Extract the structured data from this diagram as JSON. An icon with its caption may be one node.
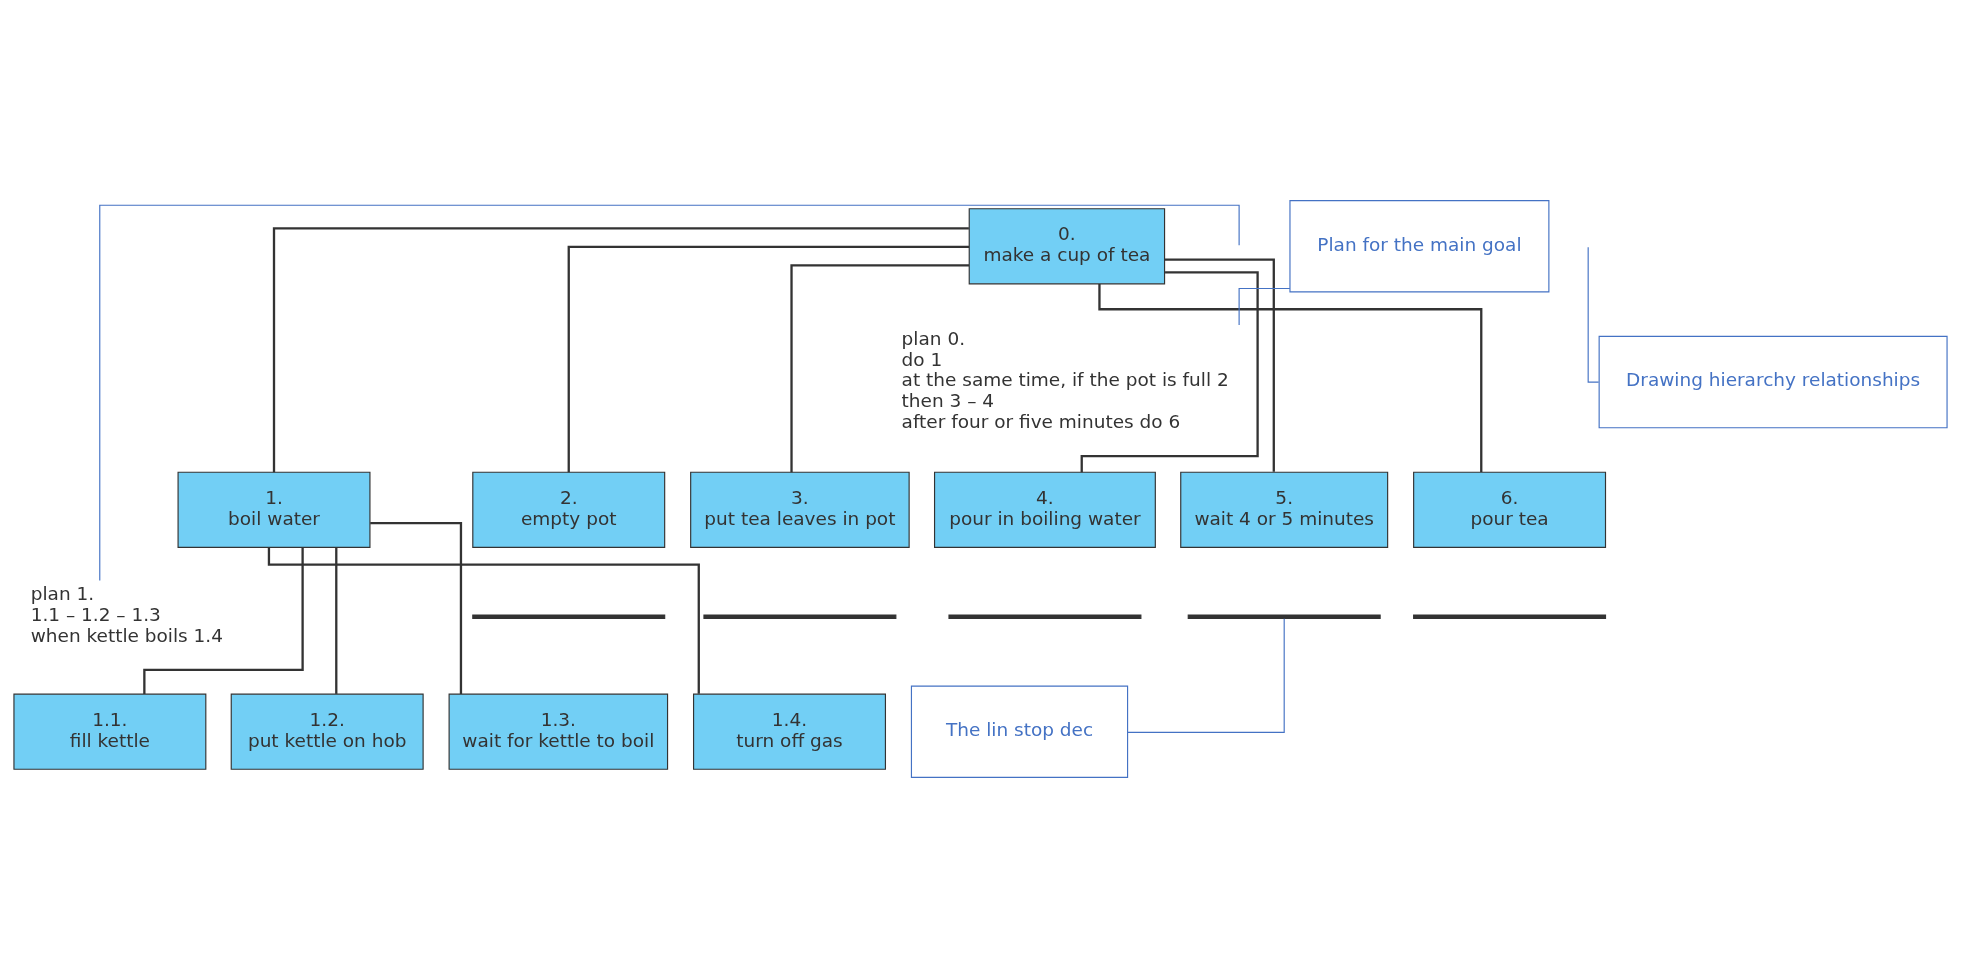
{
  "diagram": {
    "nodes": [
      {
        "text": [
          "0.",
          "make a cup of tea"
        ]
      },
      {
        "text": [
          "plan 0.",
          "do 1",
          "at the same time, if the pot is full 2",
          "then 3 – 4",
          "after four or five minutes do 6"
        ]
      },
      {
        "text": [
          "Drawing hierarchy relationships"
        ]
      },
      {
        "text": [
          "Plan for the main goal"
        ]
      },
      {
        "text": [
          "1.",
          "boil water"
        ]
      },
      {
        "text": [
          "2.",
          "empty pot"
        ]
      },
      {
        "text": [
          "3.",
          "put tea leaves in pot"
        ]
      },
      {
        "text": [
          "4.",
          "pour in boiling water"
        ]
      },
      {
        "text": [
          "5.",
          "wait 4 or 5 minutes"
        ]
      },
      {
        "text": [
          "6.",
          "pour tea"
        ]
      },
      {
        "text": [
          "plan 1.",
          "1.1 – 1.2 – 1.3",
          "when kettle boils 1.4"
        ]
      },
      {
        "text": [
          "1.1.",
          "fill kettle"
        ]
      },
      {
        "text": [
          "1.2.",
          "put kettle on hob"
        ]
      },
      {
        "text": [
          "1.3.",
          "wait for kettle to boil"
        ]
      },
      {
        "text": [
          "1.4.",
          "turn off gas"
        ]
      },
      {
        "text": [
          "The lin stop dec"
        ]
      },
      {
        "text": [],
        "shape": "bar"
      },
      {
        "text": [],
        "shape": "bar"
      },
      {
        "text": [],
        "shape": "bar"
      },
      {
        "text": [],
        "shape": "bar"
      },
      {
        "text": [],
        "shape": "bar"
      }
    ],
    "edges": [
      {
        "from": 0,
        "to": 4,
        "arrow": "none"
      },
      {
        "from": 0,
        "to": 5,
        "arrow": "none"
      },
      {
        "from": 0,
        "to": 6,
        "arrow": "none"
      },
      {
        "from": 0,
        "to": 7,
        "arrow": "none"
      },
      {
        "from": 0,
        "to": 8,
        "arrow": "none"
      },
      {
        "from": 0,
        "to": 9,
        "arrow": "none"
      },
      {
        "from": 4,
        "to": 11,
        "arrow": "none"
      },
      {
        "from": 4,
        "to": 12,
        "arrow": "none"
      },
      {
        "from": 4,
        "to": 13,
        "arrow": "none"
      },
      {
        "from": 4,
        "to": 14,
        "arrow": "none"
      },
      {
        "from": 2,
        "to": null,
        "arrow": "none",
        "color": "#4472c4"
      },
      {
        "from": 3,
        "to": 1,
        "arrow": "none",
        "color": "#4472c4"
      },
      {
        "from": null,
        "to": 10,
        "arrow": "none",
        "color": "#4472c4"
      },
      {
        "from": 15,
        "to": 19,
        "arrow": "none",
        "color": "#4472c4"
      }
    ]
  }
}
